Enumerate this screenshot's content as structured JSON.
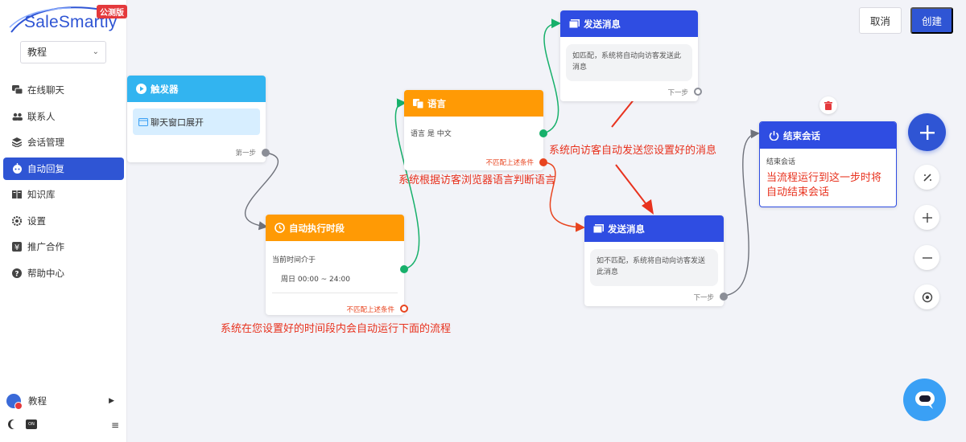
{
  "brand": {
    "logo_text": "SaleSmartly",
    "badge": "公测版",
    "accent": "#2f55d4"
  },
  "workspace_selector": {
    "value": "教程"
  },
  "sidebar": {
    "items": [
      {
        "label": "在线聊天",
        "icon": "chat-icon"
      },
      {
        "label": "联系人",
        "icon": "contacts-icon"
      },
      {
        "label": "会话管理",
        "icon": "layers-icon"
      },
      {
        "label": "自动回复",
        "icon": "robot-icon",
        "active": true
      },
      {
        "label": "知识库",
        "icon": "book-icon"
      },
      {
        "label": "设置",
        "icon": "gear-icon"
      },
      {
        "label": "推广合作",
        "icon": "yen-icon"
      },
      {
        "label": "帮助中心",
        "icon": "help-icon"
      }
    ],
    "user_label": "教程",
    "theme_toggle": "ON"
  },
  "header": {
    "cancel_label": "取消",
    "create_label": "创建"
  },
  "nodes": {
    "trigger": {
      "title": "触发器",
      "content": "聊天窗口展开",
      "port_label": "第一步"
    },
    "schedule": {
      "title": "自动执行时段",
      "line1": "当前时间介于",
      "line2": "周日 00:00 ~ 24:00",
      "port_label": "不匹配上述条件"
    },
    "language": {
      "title": "语言",
      "content": "语言 是 中文",
      "port_label": "不匹配上述条件"
    },
    "send_top": {
      "title": "发送消息",
      "content": "如匹配，系统将自动向访客发送此消息",
      "port_label": "下一步"
    },
    "send_bottom": {
      "title": "发送消息",
      "content": "如不匹配，系统将自动向访客发送此消息",
      "port_label": "下一步"
    },
    "end": {
      "title": "结束会话",
      "content": "结束会话",
      "note": "当流程运行到这一步时将自动结束会话"
    }
  },
  "annotations": {
    "schedule_note": "系统在您设置好的时间段内会自动运行下面的流程",
    "language_note": "系统根据访客浏览器语言判断语言",
    "send_note": "系统向访客自动发送您设置好的消息"
  },
  "colors": {
    "trigger_head": "#32b4f0",
    "orange_head": "#ff9a05",
    "navy_head": "#2f4de2",
    "green_wire": "#17b06b",
    "red_wire": "#e8441f",
    "gray_wire": "#6f727b",
    "annotation": "#e8321e"
  }
}
